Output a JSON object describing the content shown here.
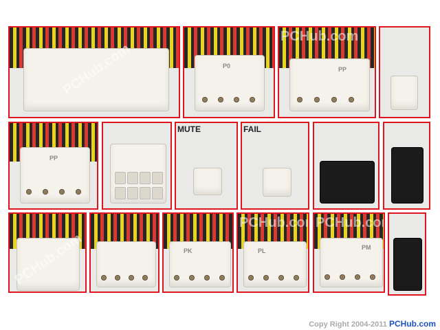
{
  "panels": [
    {
      "label": ""
    },
    {
      "label": "P0"
    },
    {
      "label": "PP"
    },
    {
      "label": ""
    },
    {
      "label": "PP"
    },
    {
      "label": ""
    },
    {
      "label": "MUTE"
    },
    {
      "label": "FAIL"
    },
    {
      "label": ""
    },
    {
      "label": ""
    },
    {
      "label": ""
    },
    {
      "label": ""
    },
    {
      "label": "PK"
    },
    {
      "label": "PL"
    },
    {
      "label": "PM"
    },
    {
      "label": ""
    }
  ],
  "watermark": "PCHub.com",
  "footer": {
    "copyright": "Copy Right 2004-2011",
    "brand": "PCHub.com"
  },
  "colors": {
    "border": "#e0141e",
    "brand": "#1b53c0"
  }
}
